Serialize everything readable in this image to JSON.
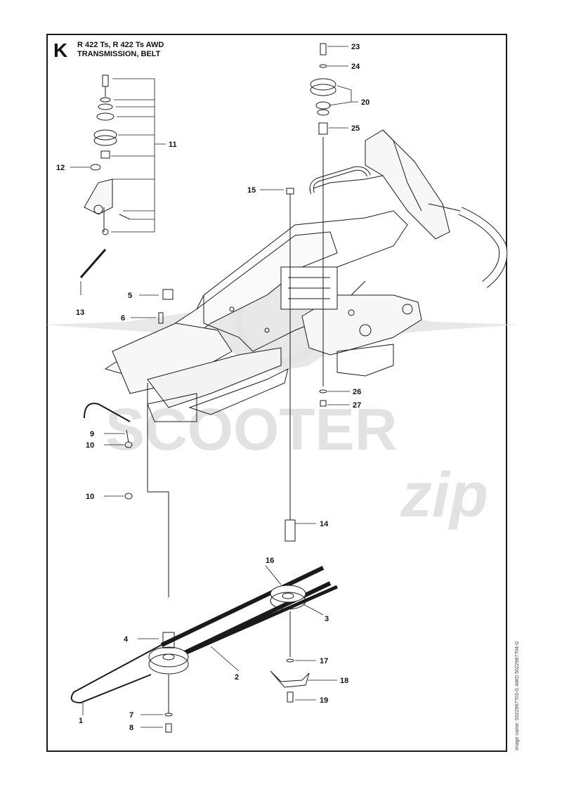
{
  "header": {
    "section": "K",
    "models": "R 422 Ts, R 422 Ts AWD",
    "group": "TRANSMISSION, BELT"
  },
  "side_note": "Image name: 5022987?03-G  AWD 5022987?04-G",
  "watermark": {
    "main": "SCOOTER",
    "script": "zip"
  },
  "colors": {
    "line": "#1a1a1a",
    "watermark": "#c8c8c8"
  },
  "callouts": [
    {
      "id": "c23",
      "label": "23"
    },
    {
      "id": "c24",
      "label": "24"
    },
    {
      "id": "c20",
      "label": "20"
    },
    {
      "id": "c25",
      "label": "25"
    },
    {
      "id": "c11",
      "label": "11"
    },
    {
      "id": "c12",
      "label": "12"
    },
    {
      "id": "c15",
      "label": "15"
    },
    {
      "id": "c13",
      "label": "13"
    },
    {
      "id": "c5",
      "label": "5"
    },
    {
      "id": "c6",
      "label": "6"
    },
    {
      "id": "c26",
      "label": "26"
    },
    {
      "id": "c27",
      "label": "27"
    },
    {
      "id": "c9",
      "label": "9"
    },
    {
      "id": "c10a",
      "label": "10"
    },
    {
      "id": "c10b",
      "label": "10"
    },
    {
      "id": "c14",
      "label": "14"
    },
    {
      "id": "c16",
      "label": "16"
    },
    {
      "id": "c3",
      "label": "3"
    },
    {
      "id": "c4",
      "label": "4"
    },
    {
      "id": "c2",
      "label": "2"
    },
    {
      "id": "c17",
      "label": "17"
    },
    {
      "id": "c18",
      "label": "18"
    },
    {
      "id": "c19",
      "label": "19"
    },
    {
      "id": "c7",
      "label": "7"
    },
    {
      "id": "c8",
      "label": "8"
    },
    {
      "id": "c1",
      "label": "1"
    }
  ]
}
